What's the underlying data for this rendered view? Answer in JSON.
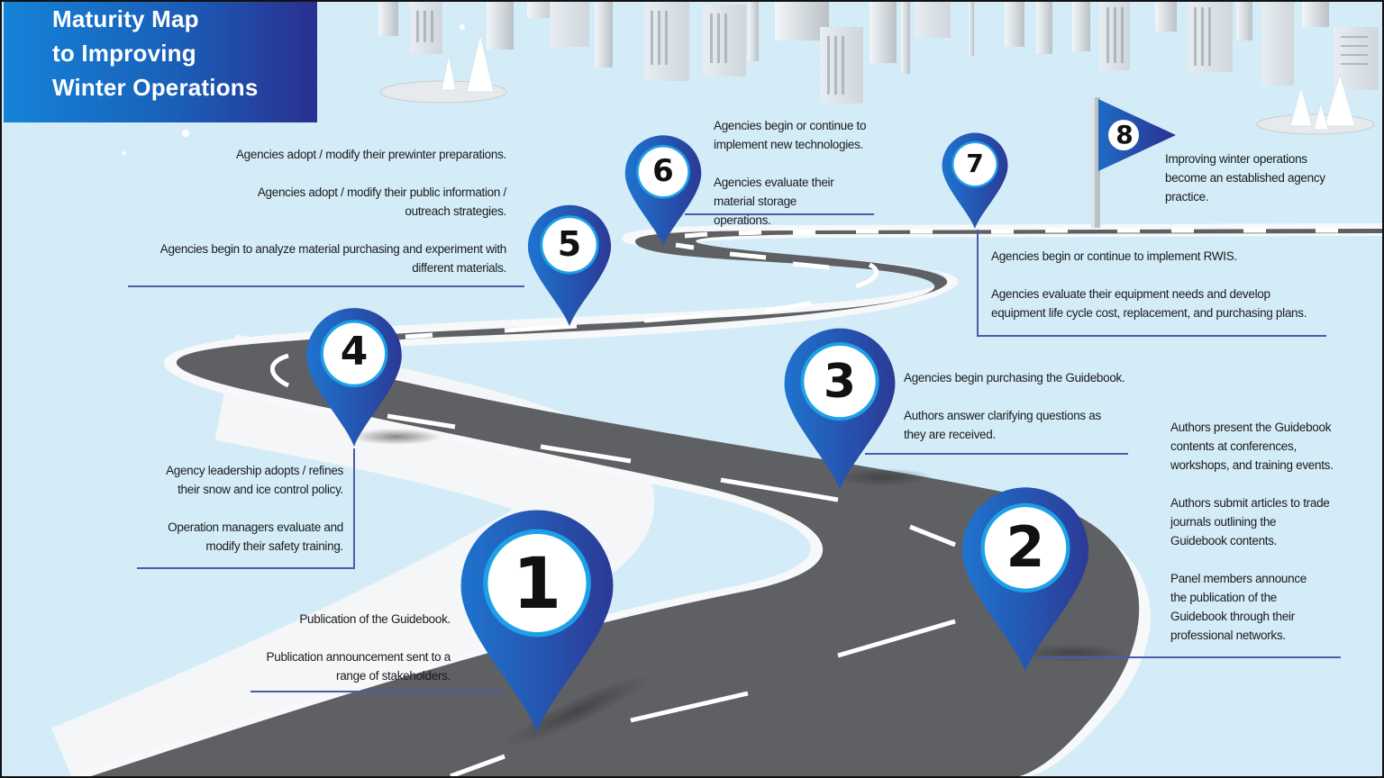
{
  "title": {
    "line1": "Maturity Map",
    "line2": "to Improving",
    "line3": "Winter Operations"
  },
  "colors": {
    "background": "#d3ecf8",
    "pin_blue": "#1f5fb8",
    "pin_dark": "#2a2f90",
    "road": "#5e5f62",
    "rule": "#4a5da8"
  },
  "steps": [
    {
      "number": "1",
      "items": [
        "Publication of the Guidebook.",
        "Publication announcement sent to a range of stakeholders."
      ]
    },
    {
      "number": "2",
      "items": [
        "Authors present the Guidebook contents at conferences, workshops, and training events.",
        "Authors submit articles to trade journals outlining the Guidebook contents.",
        "Panel members announce the publication of the Guidebook through their professional networks."
      ]
    },
    {
      "number": "3",
      "items": [
        "Agencies begin purchasing the Guidebook.",
        "Authors answer clarifying questions as they are received."
      ]
    },
    {
      "number": "4",
      "items": [
        "Agency leadership adopts / refines their snow and ice control policy.",
        "Operation managers evaluate and modify their safety training."
      ]
    },
    {
      "number": "5",
      "items": [
        "Agencies adopt / modify their prewinter preparations.",
        "Agencies adopt / modify their public information / outreach strategies.",
        "Agencies begin to analyze material purchasing and experiment with different materials."
      ]
    },
    {
      "number": "6",
      "items": [
        "Agencies begin or continue to implement new technologies.",
        "Agencies evaluate their material storage operations."
      ]
    },
    {
      "number": "7",
      "items": [
        "Agencies begin or continue to implement RWIS.",
        "Agencies evaluate their equipment needs and develop equipment life cycle cost, replacement, and purchasing plans."
      ]
    },
    {
      "number": "8",
      "items": [
        "Improving winter operations become an established agency practice."
      ]
    }
  ]
}
